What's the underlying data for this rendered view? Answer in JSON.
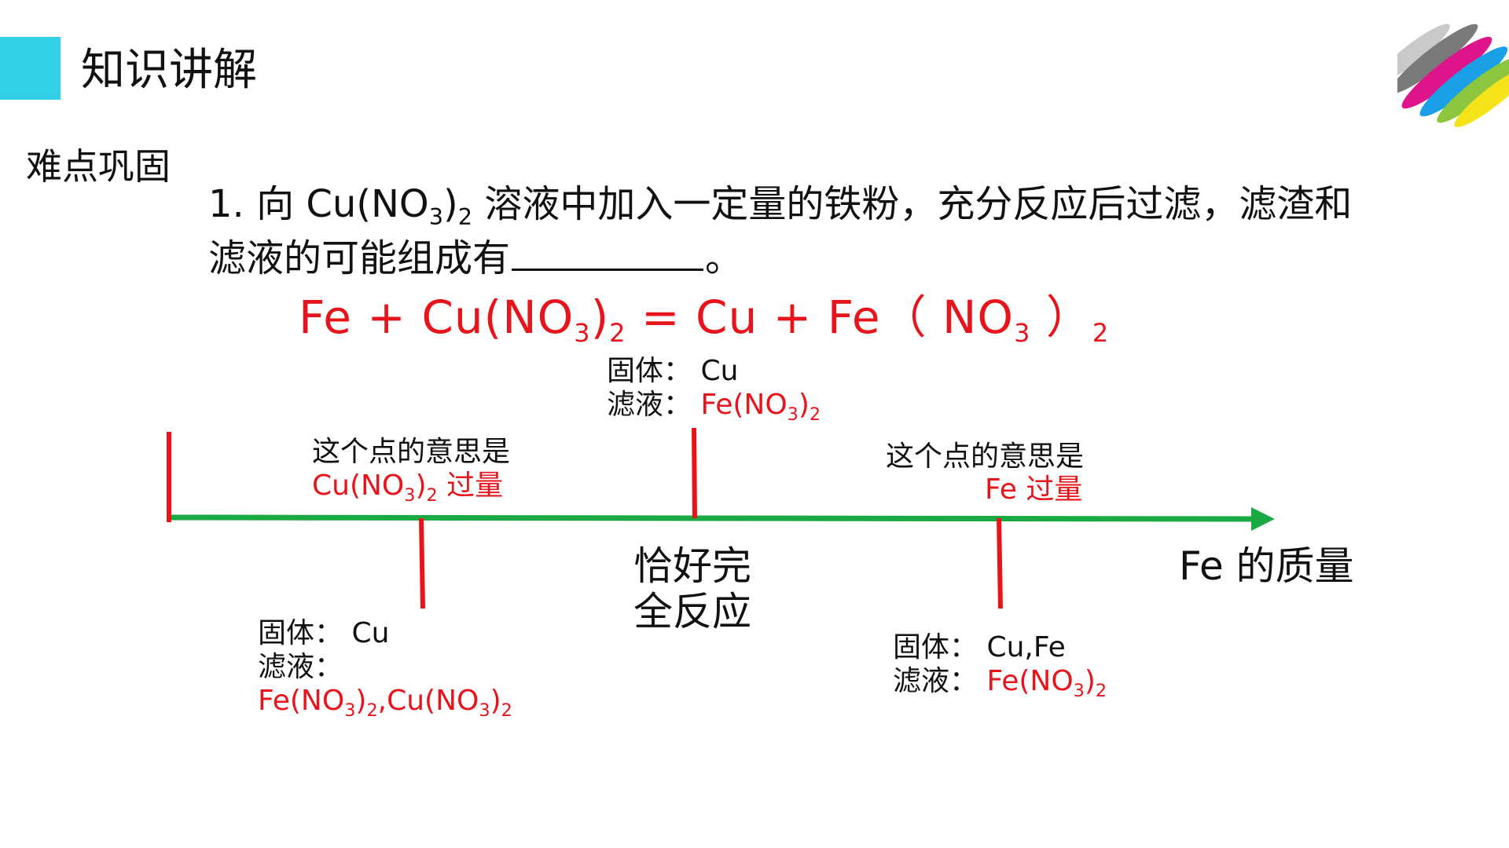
{
  "header": {
    "title": "知识讲解",
    "accent_color": "#33cfe6",
    "logo_icon": "brand-stripes-logo"
  },
  "section_label": "难点巩固",
  "question": {
    "number": "1.",
    "text_before": "向 Cu(NO",
    "sub1": "3",
    "text_mid": ")",
    "sub2": "2",
    "text_after": " 溶液中加入一定量的铁粉，充分反应后过滤，滤渣和",
    "line2": "滤液的可能组成有",
    "line2_end": "。"
  },
  "equation": {
    "p1": "Fe + Cu(NO",
    "s1": "3",
    "p2": ")",
    "s2": "2",
    "p3": " = Cu + Fe（ NO",
    "s3": "3",
    "p4": " ）",
    "s4": "2",
    "color": "#e8141b"
  },
  "diagram": {
    "axis_label": "Fe 的质量",
    "axis_color": "#1aaa44",
    "tick_color": "#e8141b",
    "middle_label_line1": "恰好完",
    "middle_label_line2": "全反应",
    "top_middle": {
      "solid_label": "固体：",
      "solid_value": "Cu",
      "liquid_label": "滤液：",
      "liquid_value_a": "Fe(NO",
      "liquid_value_sub1": "3",
      "liquid_value_b": ")",
      "liquid_value_sub2": "2"
    },
    "left_note": {
      "line1": "这个点的意思是",
      "line2_a": "Cu(NO",
      "line2_sub1": "3",
      "line2_b": ")",
      "line2_sub2": "2",
      "line2_c": " 过量"
    },
    "right_note": {
      "line1": "这个点的意思是",
      "line2": "Fe 过量"
    },
    "bottom_left": {
      "solid_label": "固体：",
      "solid_value": "Cu",
      "liquid_label": "滤液：",
      "v1": "Fe(NO",
      "v1s": "3",
      "v2": ")",
      "v2s": "2",
      "v3": ",Cu(NO",
      "v3s": "3",
      "v4": ")",
      "v4s": "2"
    },
    "bottom_right": {
      "solid_label": "固体：",
      "solid_value": "Cu,Fe",
      "liquid_label": "滤液：",
      "v1": "Fe(NO",
      "v1s": "3",
      "v2": ")",
      "v2s": "2"
    }
  }
}
